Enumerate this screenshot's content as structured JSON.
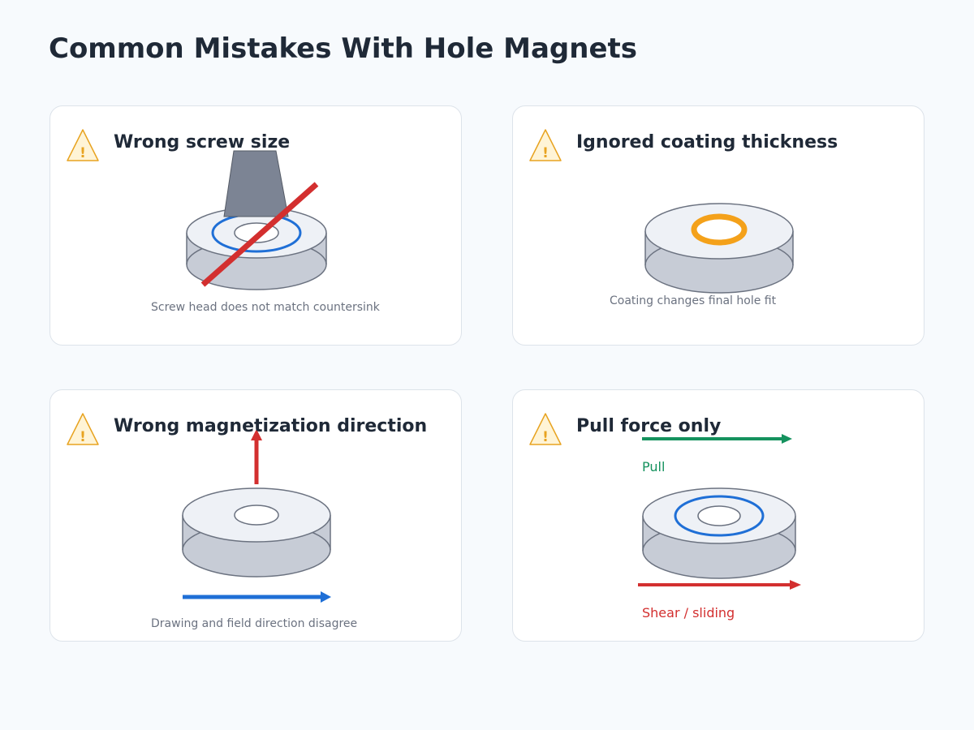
{
  "title": "Common Mistakes With Hole Magnets",
  "cards": [
    {
      "title": "Wrong screw size",
      "caption": "Screw head does not match countersink",
      "icon": "warning-icon"
    },
    {
      "title": "Ignored coating thickness",
      "caption": "Coating changes final hole fit",
      "icon": "warning-icon"
    },
    {
      "title": "Wrong magnetization direction",
      "caption": "Drawing and field direction disagree",
      "icon": "warning-icon"
    },
    {
      "title": "Pull force only",
      "pull_label": "Pull",
      "shear_label": "Shear / sliding",
      "icon": "warning-icon"
    }
  ],
  "colors": {
    "title": "#1f2937",
    "warning": "#e8a320",
    "warning_fill": "#fff4d6",
    "error_red": "#d32f2f",
    "countersink_blue": "#1f6fd6",
    "coating_orange": "#f4a11a",
    "pull_green": "#15925e",
    "magnet_top": "#eef1f6",
    "magnet_side": "#c7ccd6"
  }
}
